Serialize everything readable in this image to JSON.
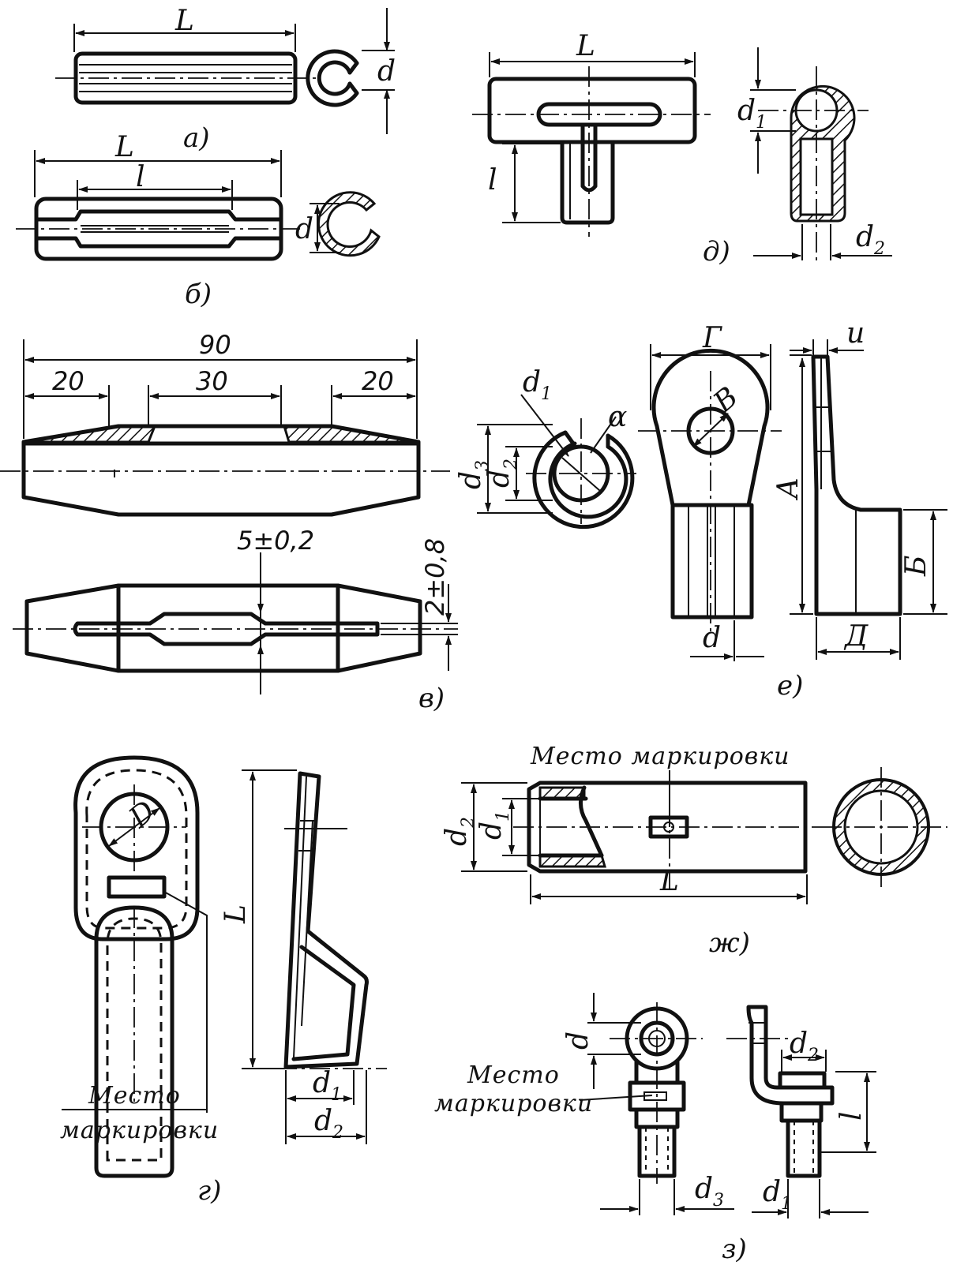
{
  "labels": {
    "L": "L",
    "l": "l",
    "d": "d",
    "d1": "d",
    "d1_sub": "1",
    "d2": "d",
    "d2_sub": "2",
    "d3": "d",
    "d3_sub": "3",
    "G": "Г",
    "u": "u",
    "B": "В",
    "A": "А",
    "Bb": "Б",
    "D": "Д",
    "alpha": "α",
    "Dlat": "D"
  },
  "dimensions": {
    "total": "90",
    "left": "20",
    "mid": "30",
    "right": "20",
    "gap": "5±0,2",
    "slot": "2±0,8"
  },
  "captions": {
    "a": "а)",
    "b": "б)",
    "v": "в)",
    "g": "г)",
    "d": "д)",
    "e": "е)",
    "zh": "ж)",
    "z": "з)"
  },
  "notes": {
    "marking_zh": "Место маркировки",
    "marking_g_1": "Место",
    "marking_g_2": "маркировки",
    "marking_z_1": "Место",
    "marking_z_2": "маркировки"
  }
}
